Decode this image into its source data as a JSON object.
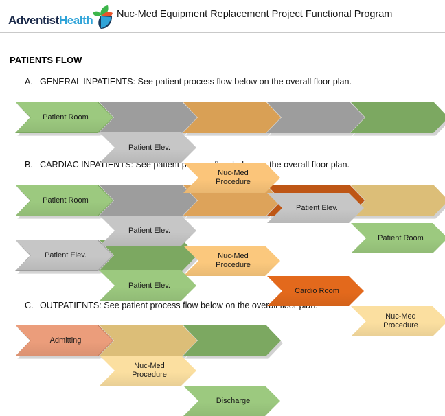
{
  "header": {
    "logo": {
      "word_primary": "Adventist",
      "word_secondary": "Health",
      "mark_icon": "adventist-leaf-mark-icon",
      "color_primary": "#1b2a4a",
      "color_secondary": "#2ea3d8",
      "mark_colors": [
        "#3cb54a",
        "#e8542a",
        "#1b3a5c",
        "#2ea3d8"
      ]
    },
    "title": "Nuc-Med Equipment Replacement Project Functional Program"
  },
  "section": {
    "title": "PATIENTS FLOW"
  },
  "groups": [
    {
      "letter": "A.",
      "heading": "GENERAL INPATIENTS: See patient process flow below on the overall floor plan.",
      "rows": [
        {
          "chevrons": [
            {
              "label": "Patient Room",
              "fill": "#9CC97F",
              "border": "#7CA861",
              "width": 143
            },
            {
              "label": "Patient Elev.",
              "fill": "#C6C6C6",
              "border": "#9D9D9D",
              "width": 143
            },
            {
              "label": "Nuc-Med\nProcedure",
              "fill": "#FBC57A",
              "border": "#D9A055",
              "width": 143
            },
            {
              "label": "Patient Elev.",
              "fill": "#C6C6C6",
              "border": "#9D9D9D",
              "width": 143
            },
            {
              "label": "Patient Room",
              "fill": "#9CC97F",
              "border": "#7CA861",
              "width": 143
            }
          ]
        }
      ]
    },
    {
      "letter": "B.",
      "heading": "CARDIAC INPATIENTS: See patient process flow below on the overall floor plan.",
      "rows": [
        {
          "chevrons": [
            {
              "label": "Patient Room",
              "fill": "#9CC97F",
              "border": "#7CA861",
              "width": 143
            },
            {
              "label": "Patient Elev.",
              "fill": "#C6C6C6",
              "border": "#9D9D9D",
              "width": 143
            },
            {
              "label": "Nuc-Med\nProcedure",
              "fill": "#FBC87D",
              "border": "#DDA35A",
              "width": 143
            },
            {
              "label": "Cardio Room",
              "fill": "#E3691C",
              "border": "#BE5615",
              "width": 143
            },
            {
              "label": "Nuc-Med\nProcedure",
              "fill": "#FBDFA0",
              "border": "#DCBE78",
              "width": 143
            }
          ]
        },
        {
          "chevrons": [
            {
              "label": "Patient Elev.",
              "fill": "#C6C6C6",
              "border": "#9D9D9D",
              "width": 143
            },
            {
              "label": "Patient Elev.",
              "fill": "#9CC97F",
              "border": "#7CA861",
              "width": 143
            }
          ]
        }
      ]
    },
    {
      "letter": "C.",
      "heading": "OUTPATIENTS: See patient process flow below on the overall floor plan.",
      "rows": [
        {
          "chevrons": [
            {
              "label": "Admitting",
              "fill": "#EB9D7B",
              "border": "#C8805F",
              "width": 143
            },
            {
              "label": "Nuc-Med\nProcedure",
              "fill": "#FBDFA0",
              "border": "#DCBE78",
              "width": 143
            },
            {
              "label": "Discharge",
              "fill": "#9CC97F",
              "border": "#7CA861",
              "width": 143
            }
          ]
        }
      ]
    }
  ]
}
